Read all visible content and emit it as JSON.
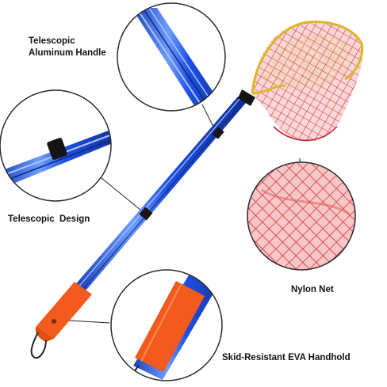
{
  "labels": {
    "handle_line1": "Telescopic",
    "handle_line2": "Aluminum Handle",
    "design": "Telescopic  Design",
    "net": "Nylon Net",
    "handhold": "Skid-Resistant EVA Handhold"
  },
  "colors": {
    "pole_blue": "#1f4fd6",
    "pole_highlight": "#8fb4ff",
    "grip_orange": "#f25a1e",
    "net_red": "#e0303a",
    "net_yellow": "#e8d23a",
    "frame_yellow": "#d9b823",
    "joint_black": "#151515"
  }
}
